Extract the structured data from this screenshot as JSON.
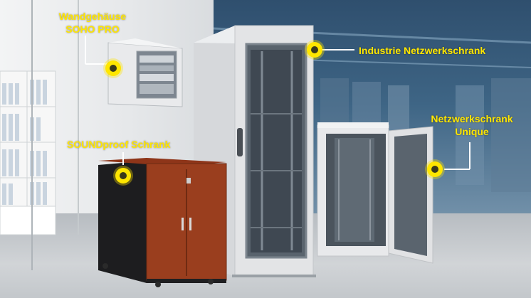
{
  "labels": {
    "wall_line1": "Wandgehäuse",
    "wall_line2": "SOHO PRO",
    "industrial": "Industrie Netzwerkschrank",
    "unique_line1": "Netzwerkschrank",
    "unique_line2": "Unique",
    "soundproof": "SOUNDproof Schrank"
  },
  "colors": {
    "accent": "#ffe600",
    "wall_background": "#e8eaec",
    "datacenter_blue": "#3e6585",
    "cabinet_grey": "#e3e4e6",
    "wood": "#9a3e1e"
  },
  "icons": {
    "marker": "yellow-ring-dot-icon"
  }
}
